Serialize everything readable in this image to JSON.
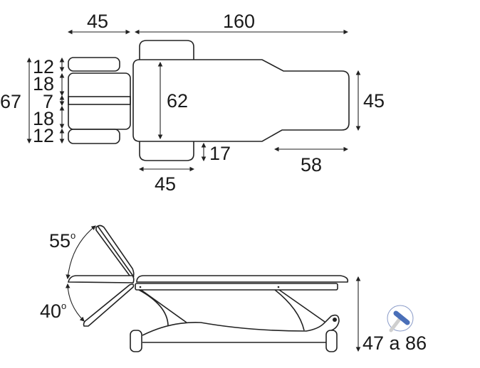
{
  "top_view": {
    "dimensions": {
      "head_section_length": "45",
      "main_length": "160",
      "total_width": "67",
      "head_rows": [
        "12",
        "18",
        "7",
        "18",
        "12"
      ],
      "main_width": "62",
      "leg_width": "45",
      "armrest_extension": "17",
      "armrest_length": "45",
      "leg_section_length": "58"
    }
  },
  "side_view": {
    "angles": {
      "upper": "55",
      "lower": "40",
      "degree_symbol": "o"
    },
    "height_range": "47 a 86"
  },
  "icons": {
    "badge": "hydraulic-pedal-icon",
    "badge_color": "#4a6fb8"
  }
}
